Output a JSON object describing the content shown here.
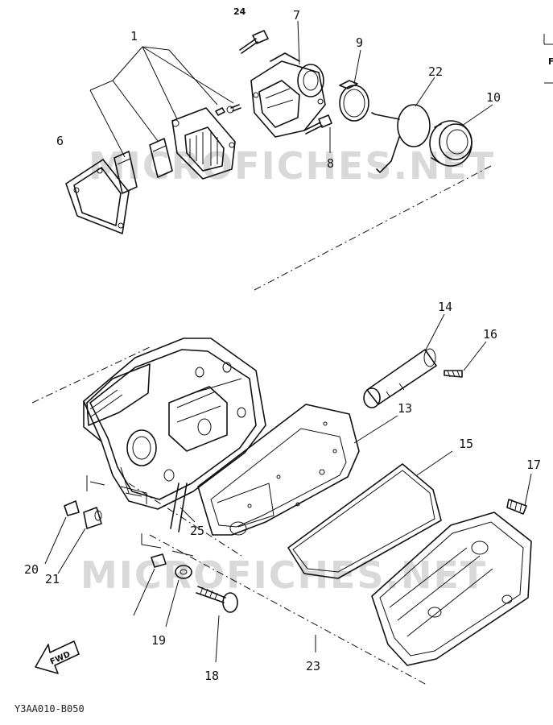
{
  "watermark": "MICROFICHES.NET",
  "figure_code": "Y3AA010-B050",
  "fwd_label": "FWD",
  "callouts": {
    "c1": "1",
    "c6": "6",
    "c7": "7",
    "c8": "8",
    "c9": "9",
    "c10": "10",
    "c13": "13",
    "c14": "14",
    "c15": "15",
    "c16": "16",
    "c17": "17",
    "c18": "18",
    "c19": "19",
    "c20": "20",
    "c21": "21",
    "c22": "22",
    "c23": "23",
    "c24": "24",
    "c25": "25"
  },
  "edge_fragment": "F"
}
